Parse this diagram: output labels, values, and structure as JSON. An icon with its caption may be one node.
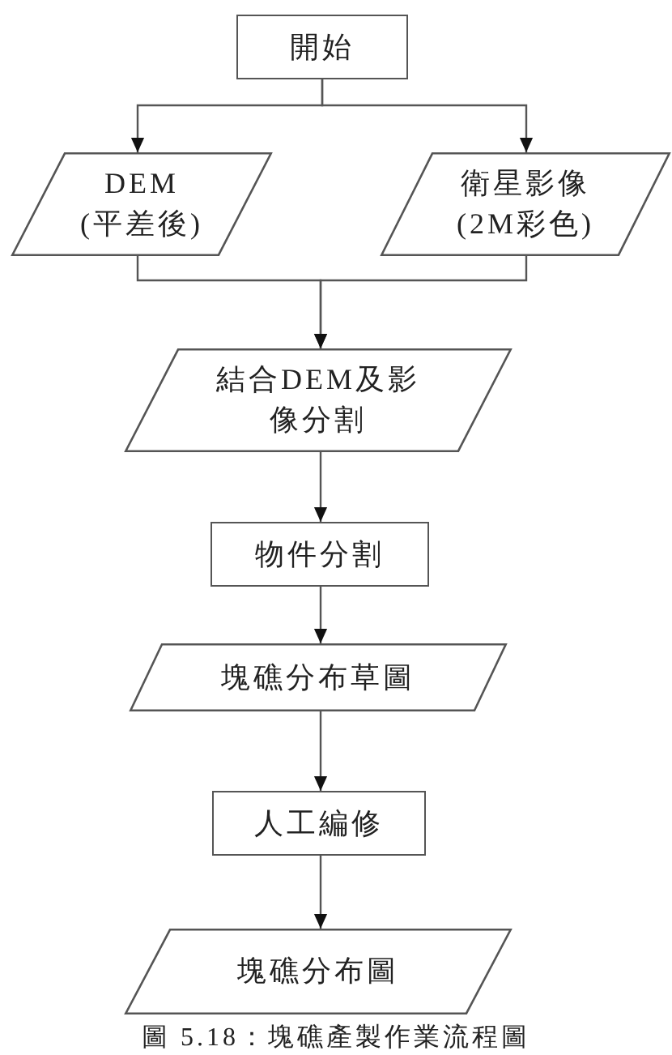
{
  "diagram": {
    "caption": "圖 5.18：塊礁產製作業流程圖",
    "nodes": [
      {
        "text": [
          "開始"
        ]
      },
      {
        "text": [
          "DEM (平差後)"
        ]
      },
      {
        "text": [
          "衛星影像(2M彩色)"
        ]
      },
      {
        "text": [
          "結合DEM及影像分割"
        ]
      },
      {
        "text": [
          "物件分割"
        ]
      },
      {
        "text": [
          "塊礁分布草圖"
        ]
      },
      {
        "text": [
          "人工編修"
        ]
      },
      {
        "text": [
          "塊礁分布圖"
        ]
      }
    ],
    "edges": [
      {
        "from": 0,
        "to": 1,
        "arrow": "to"
      },
      {
        "from": 0,
        "to": 2,
        "arrow": "to"
      },
      {
        "from": 1,
        "to": 3,
        "arrow": "to"
      },
      {
        "from": 2,
        "to": 3,
        "arrow": "to"
      },
      {
        "from": 3,
        "to": 4,
        "arrow": "to"
      },
      {
        "from": 4,
        "to": 5,
        "arrow": "to"
      },
      {
        "from": 5,
        "to": 6,
        "arrow": "to"
      },
      {
        "from": 6,
        "to": 7,
        "arrow": "to"
      }
    ]
  }
}
